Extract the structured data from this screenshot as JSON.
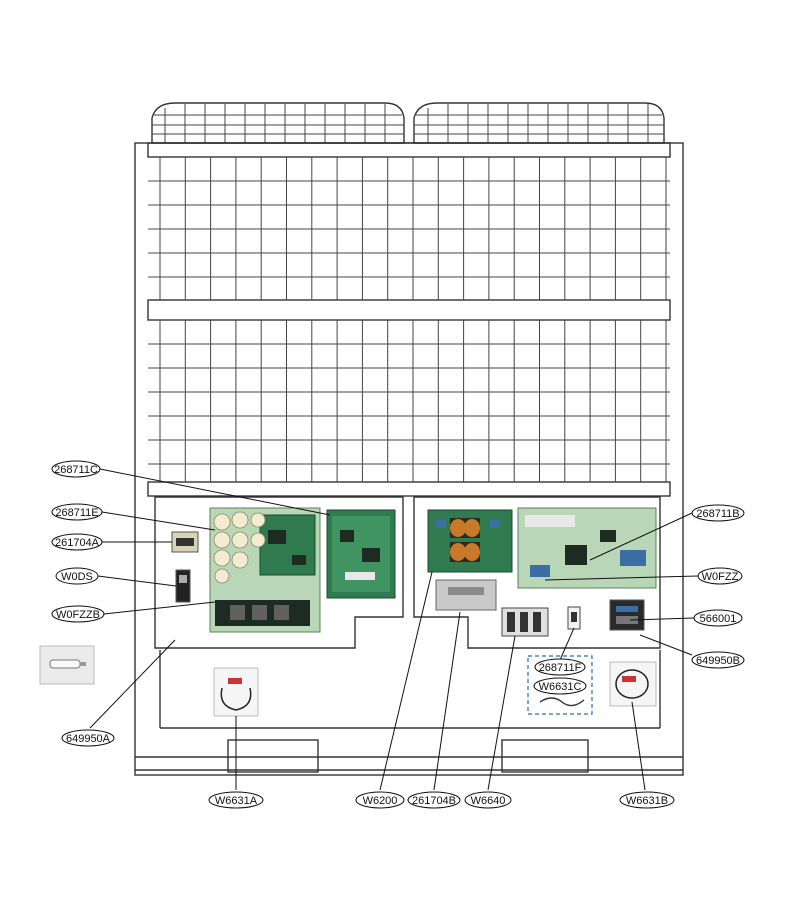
{
  "part_labels": {
    "l268711C": "268711C",
    "l268711E": "268711E",
    "l261704A": "261704A",
    "lW0DS": "W0DS",
    "lW0FZZB": "W0FZZB",
    "l649950A": "649950A",
    "lW6631A": "W6631A",
    "lW6200": "W6200",
    "l261704B": "261704B",
    "lW6640": "W6640",
    "lW6631B": "W6631B",
    "l268711B": "268711B",
    "lW0FZZ": "W0FZZ",
    "l566001": "566001",
    "l649950B": "649950B",
    "l268711F": "268711F",
    "lW6631C": "W6631C"
  },
  "colors": {
    "board_green": "#2f7a4f",
    "board_pale": "#b9d6b7",
    "callout_box": "#2a6db3"
  }
}
